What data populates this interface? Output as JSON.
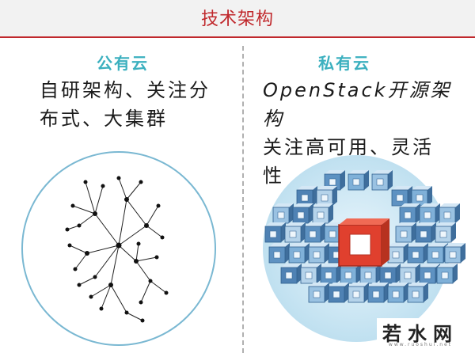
{
  "header": {
    "title": "技术架构"
  },
  "public_cloud": {
    "title": "公有云",
    "lines": [
      "自研架构、关注分",
      "布式、大集群"
    ]
  },
  "private_cloud": {
    "title": "私有云",
    "lines": [
      "OpenStack开源架构",
      "关注高可用、灵活",
      "性"
    ]
  },
  "watermark": {
    "text": "若水网",
    "sub": "www.ruoshui.net"
  },
  "colors": {
    "accent_red": "#c0282c",
    "title_teal": "#3bb0bf",
    "cube_blue": "#6f9fc8",
    "cube_core": "#e0402e",
    "circle_fill": "#d6ecf7"
  }
}
